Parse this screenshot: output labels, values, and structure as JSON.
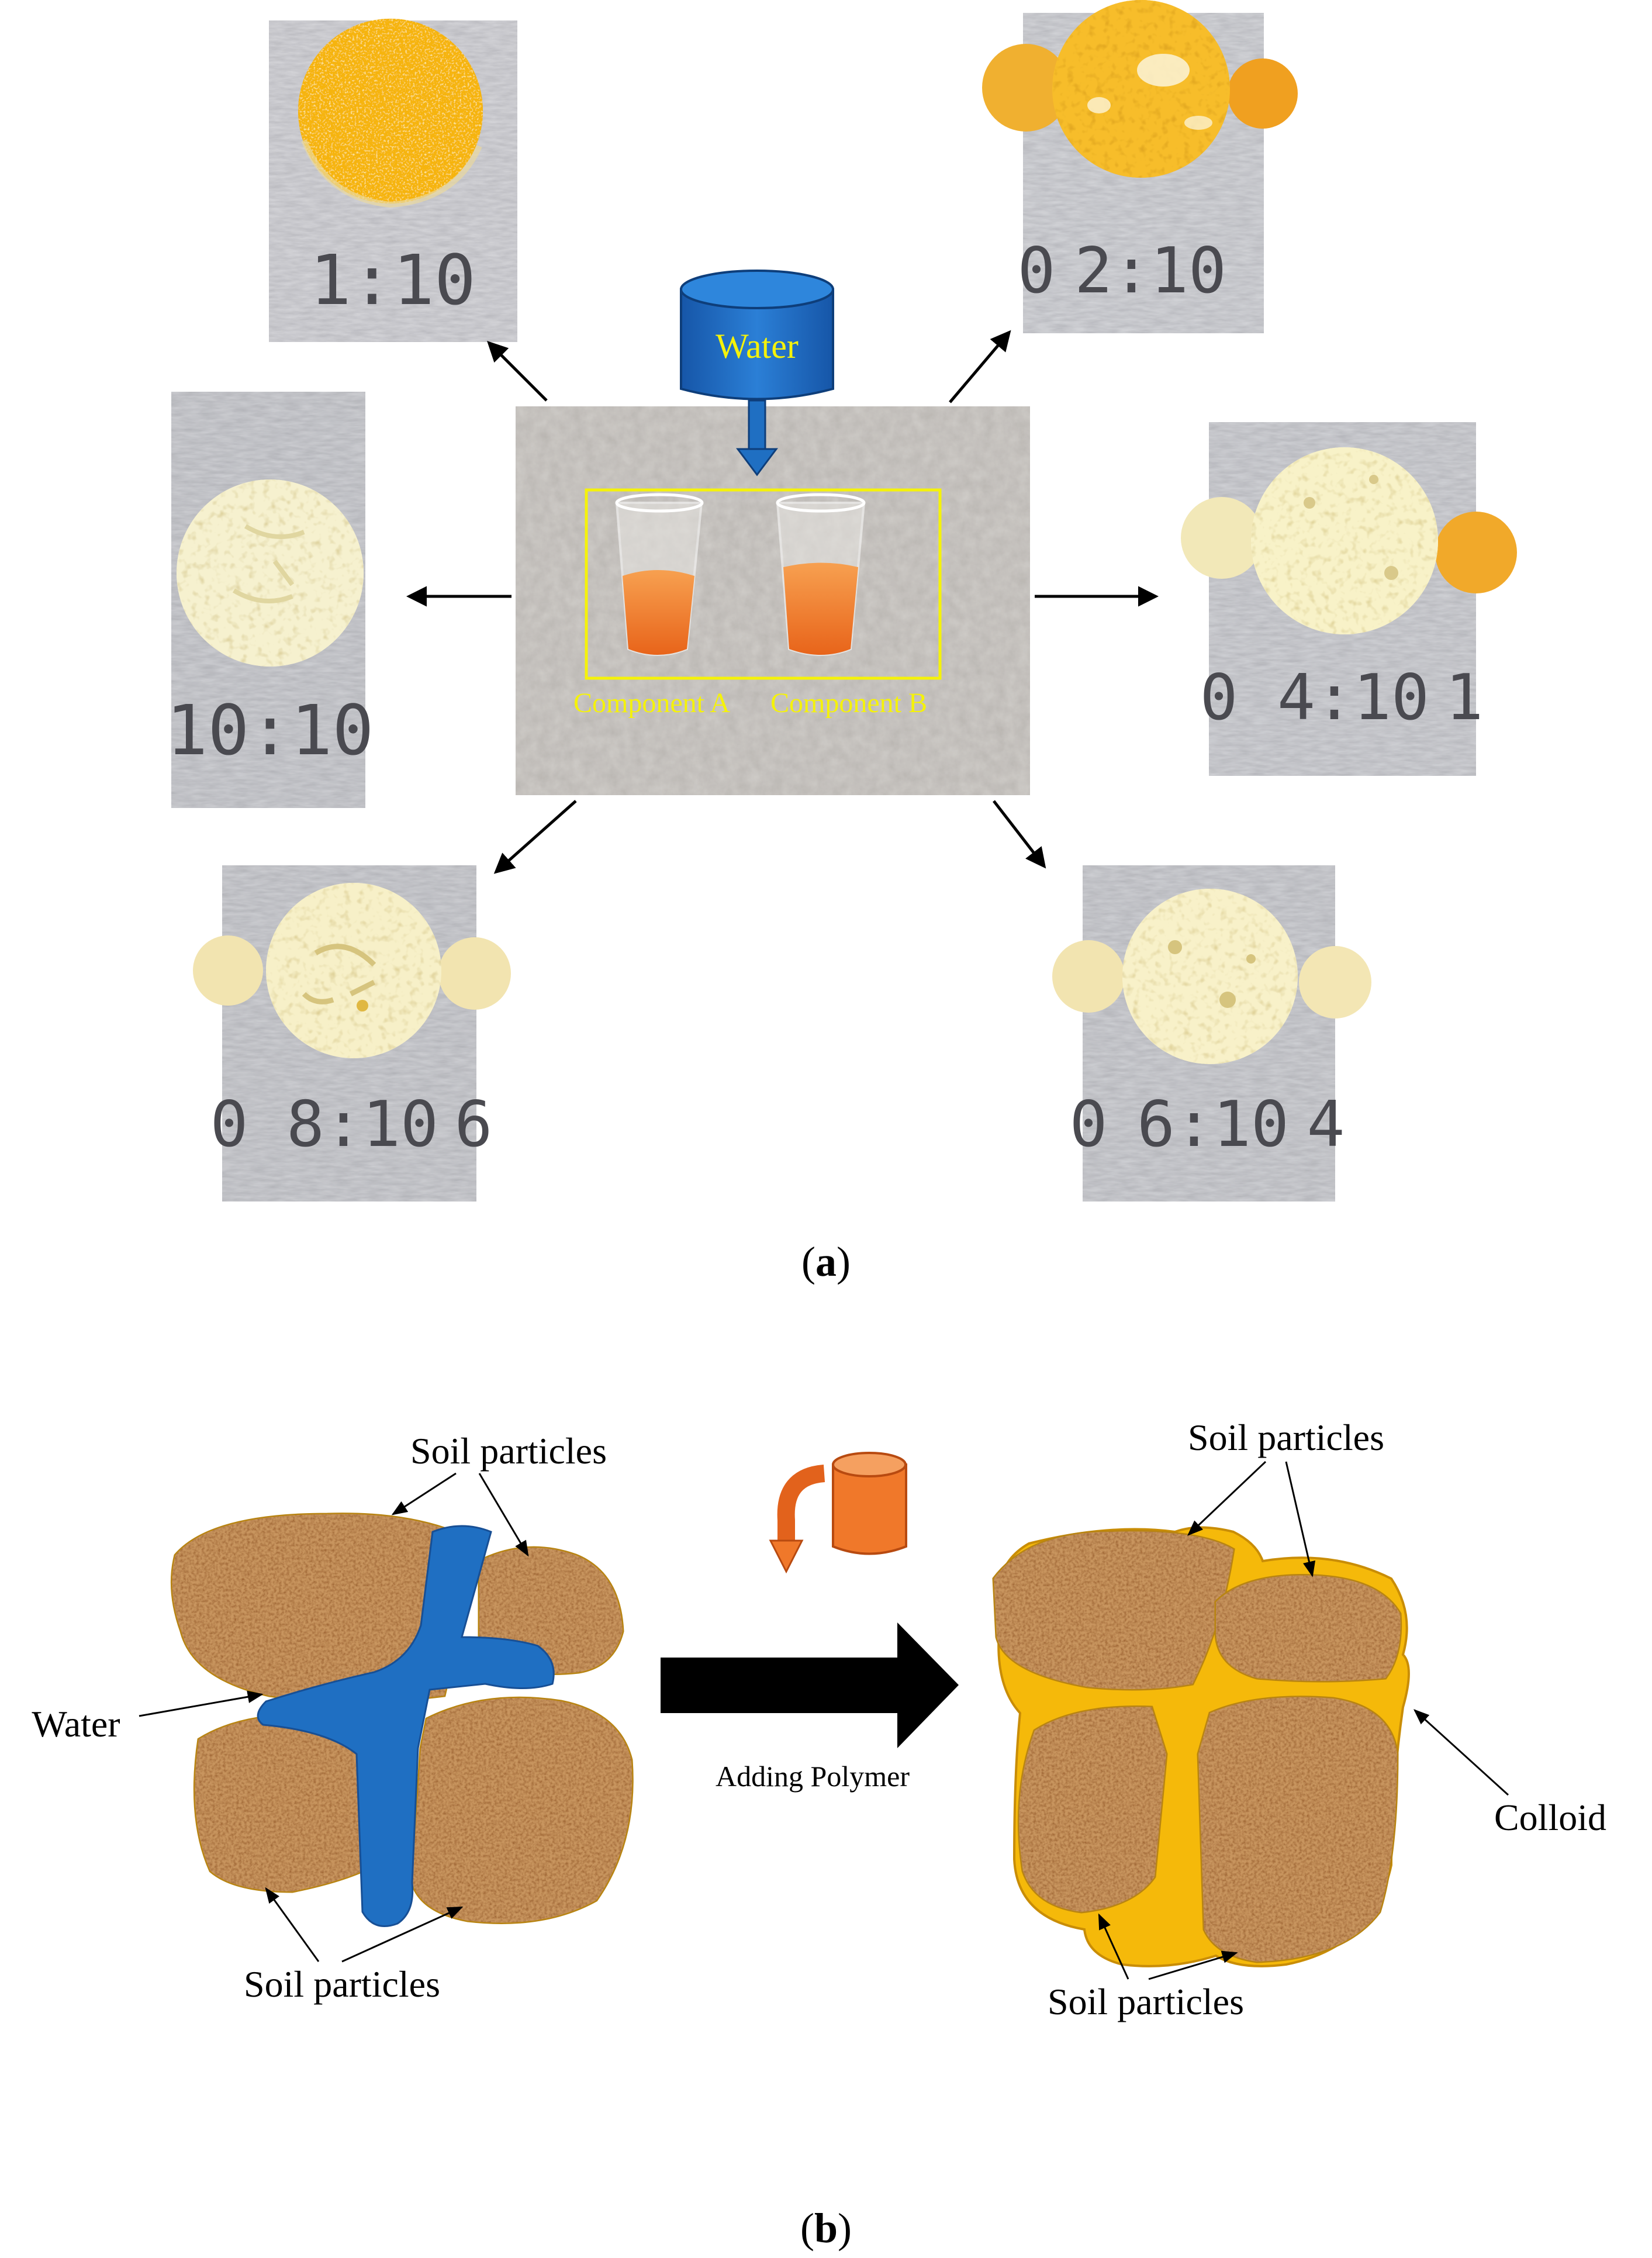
{
  "panel_a": {
    "label_open": "(",
    "label_letter": "a",
    "label_close": ")",
    "center": {
      "water_tank_label": "Water",
      "component_a": "Component A",
      "component_b": "Component B"
    },
    "samples": [
      {
        "id": "1-10",
        "side_left": "",
        "ratio": "1:10",
        "side_right": ""
      },
      {
        "id": "2-10",
        "side_left": "0",
        "ratio": "2:10",
        "side_right": ""
      },
      {
        "id": "10-10",
        "side_left": "",
        "ratio": "10:10",
        "side_right": ""
      },
      {
        "id": "4-10",
        "side_left": "0",
        "ratio": "4:10",
        "side_right": "1"
      },
      {
        "id": "8-10",
        "side_left": "0",
        "ratio": "8:10",
        "side_right": "6"
      },
      {
        "id": "6-10",
        "side_left": "0",
        "ratio": "6:10",
        "side_right": "4"
      }
    ]
  },
  "panel_b": {
    "label_open": "(",
    "label_letter": "b",
    "label_close": ")",
    "left": {
      "top_label": "Soil particles",
      "water_label": "Water",
      "bottom_label": "Soil particles"
    },
    "arrow_label": "Adding Polymer",
    "right": {
      "top_label": "Soil particles",
      "colloid_label": "Colloid",
      "bottom_label": "Soil particles"
    }
  },
  "colors": {
    "water_blue": "#1f6fc2",
    "colloid_yellow": "#f5b90a",
    "label_yellow": "#f5f20a",
    "polymer_orange": "#f0782a",
    "soil_outline": "#b88412"
  }
}
